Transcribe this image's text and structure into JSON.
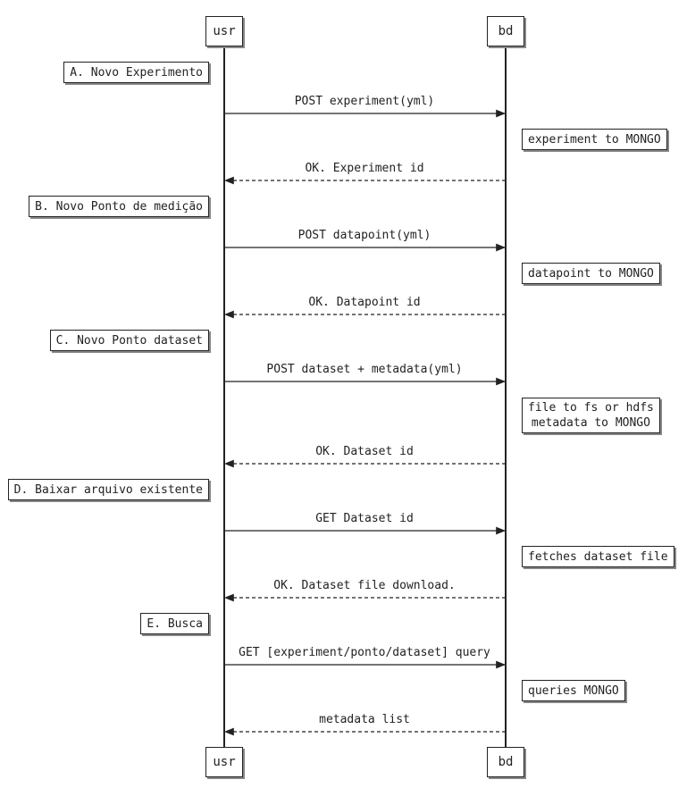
{
  "participants": {
    "usr": "usr",
    "bd": "bd"
  },
  "sections": [
    {
      "label": "A. Novo Experimento",
      "request": "POST experiment(yml)",
      "note": "experiment to MONGO",
      "response": "OK. Experiment id"
    },
    {
      "label": "B. Novo Ponto de medição",
      "request": "POST datapoint(yml)",
      "note": "datapoint to MONGO",
      "response": "OK. Datapoint id"
    },
    {
      "label": "C. Novo Ponto dataset",
      "request": "POST dataset + metadata(yml)",
      "note": "file to fs or hdfs\nmetadata to MONGO",
      "response": "OK. Dataset id"
    },
    {
      "label": "D. Baixar arquivo existente",
      "request": "GET Dataset id",
      "note": "fetches dataset file",
      "response": "OK. Dataset file download."
    },
    {
      "label": "E. Busca",
      "request": "GET [experiment/ponto/dataset] query",
      "note": "queries MONGO",
      "response": "metadata list"
    }
  ]
}
